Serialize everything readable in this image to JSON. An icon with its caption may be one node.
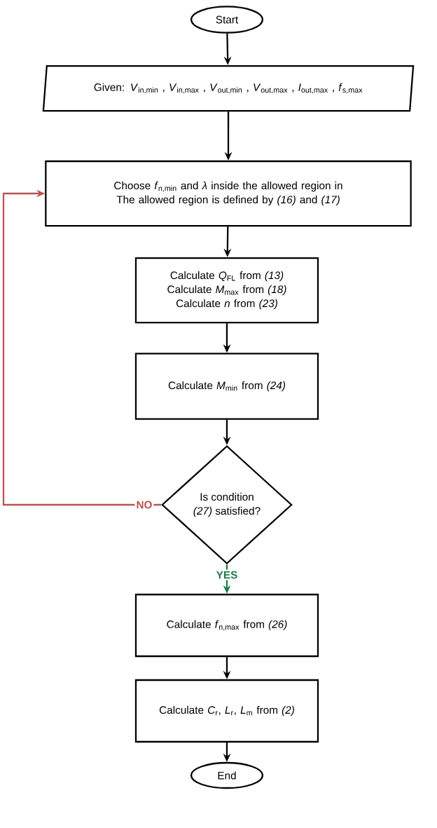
{
  "diagram": {
    "nodes": [
      {
        "text": [
          "Start"
        ]
      },
      {
        "text": [
          "Given: *V*$_{in,min}$ , *V*$_{in,max}$ , *V*$_{out,min}$ , *V*$_{out,max}$ , *I*$_{out,max}$ , *f*$_{s,max}$"
        ]
      },
      {
        "text": [
          "Choose *f*$_{n,min}$ and *λ* inside the allowed region in",
          "The allowed region is defined by *(16)* and *(17)*"
        ]
      },
      {
        "text": [
          "Calculate *Q*$_{FL}$ from *(13)*",
          "Calculate *M*$_{max}$ from *(18)*",
          "Calculate *n* from *(23)*"
        ]
      },
      {
        "text": [
          "Calculate *M*$_{min}$ from *(24)*"
        ]
      },
      {
        "text": [
          "Is condition *(27)* satisfied?"
        ]
      },
      {
        "text": [
          "Calculate *f*$_{n,max}$ from *(26)*"
        ]
      },
      {
        "text": [
          "Calculate *C*$_{r}$, *L*$_{r}$, *L*$_{m}$ from *(2)*"
        ]
      },
      {
        "text": [
          "End"
        ]
      }
    ],
    "edges": [
      {
        "from": 0,
        "to": 1,
        "arrow": "to"
      },
      {
        "from": 1,
        "to": 2,
        "arrow": "to"
      },
      {
        "from": 2,
        "to": 3,
        "arrow": "to"
      },
      {
        "from": 3,
        "to": 4,
        "arrow": "to"
      },
      {
        "from": 4,
        "to": 5,
        "arrow": "to"
      },
      {
        "from": 5,
        "to": 2,
        "arrow": "to",
        "label": "NO",
        "color": "#b85450"
      },
      {
        "from": 5,
        "to": 6,
        "arrow": "to",
        "label": "YES",
        "color": "#1e7a45"
      },
      {
        "from": 6,
        "to": 7,
        "arrow": "to"
      },
      {
        "from": 7,
        "to": 8,
        "arrow": "to"
      }
    ]
  }
}
